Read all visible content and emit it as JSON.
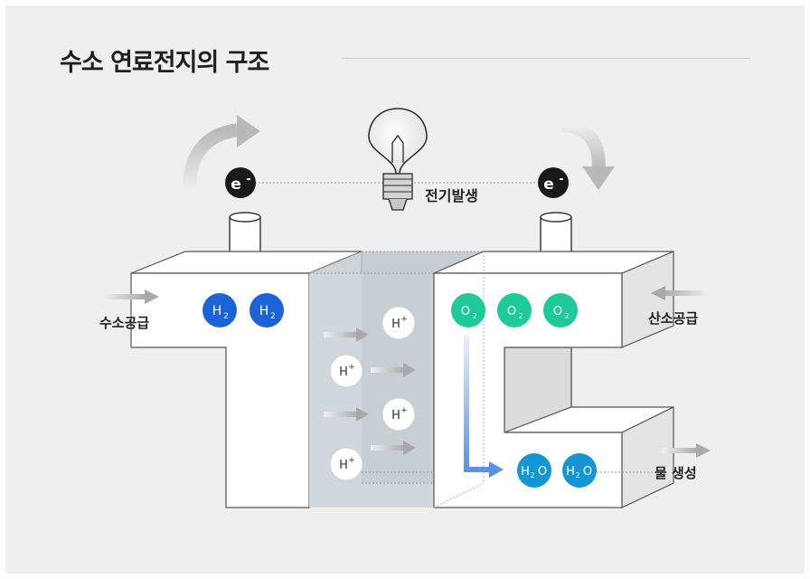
{
  "title": "수소 연료전지의 구조",
  "labels": {
    "electricity": "전기발생",
    "hydrogen_supply": "수소공급",
    "oxygen_supply": "산소공급",
    "water_generation": "물 생성"
  },
  "particles": {
    "electron": "e",
    "electron_sign": "-",
    "hydrogen_molecule": "H",
    "hydrogen_subscript": "2",
    "oxygen_molecule": "O",
    "oxygen_subscript": "2",
    "proton": "H",
    "proton_sign": "+",
    "water_h": "H",
    "water_sub": "2",
    "water_o": "O"
  },
  "colors": {
    "hydrogen": "#1d63d8",
    "oxygen": "#1ec99a",
    "water": "#1596d4",
    "electron": "#1a1a1a",
    "membrane": "#cfd8dc"
  }
}
